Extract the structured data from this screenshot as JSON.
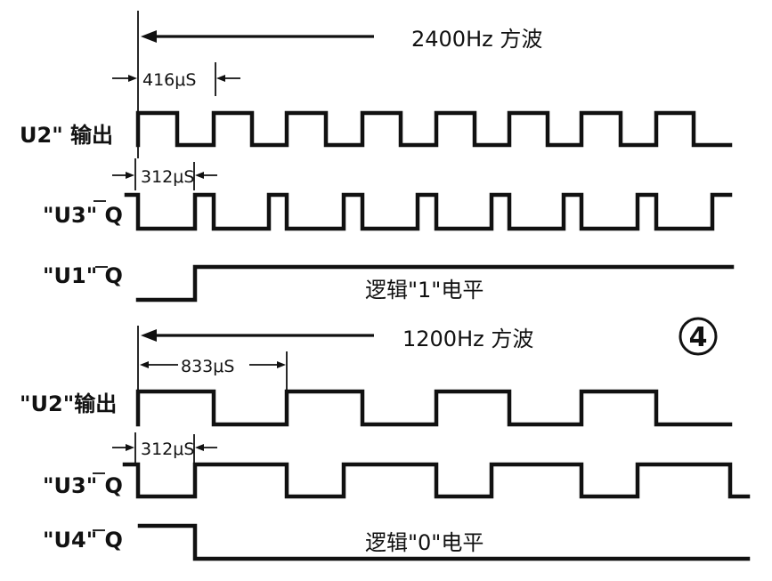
{
  "top": {
    "freq_label": "2400Hz 方波",
    "period_label": "416μS",
    "offset_label": "312μS",
    "signals": [
      "U2\" 输出",
      "\"U3\" Q",
      "\"U1\" Q"
    ],
    "level_label": "逻辑\"1\"电平"
  },
  "bottom": {
    "freq_label": "1200Hz  方波",
    "period_label": "833μS",
    "offset_label": "312μS",
    "signals": [
      "\"U2\"输出",
      "\"U3\" Q",
      "\"U4\" Q"
    ],
    "level_label": "逻辑\"0\"电平"
  },
  "figure_number": "④"
}
